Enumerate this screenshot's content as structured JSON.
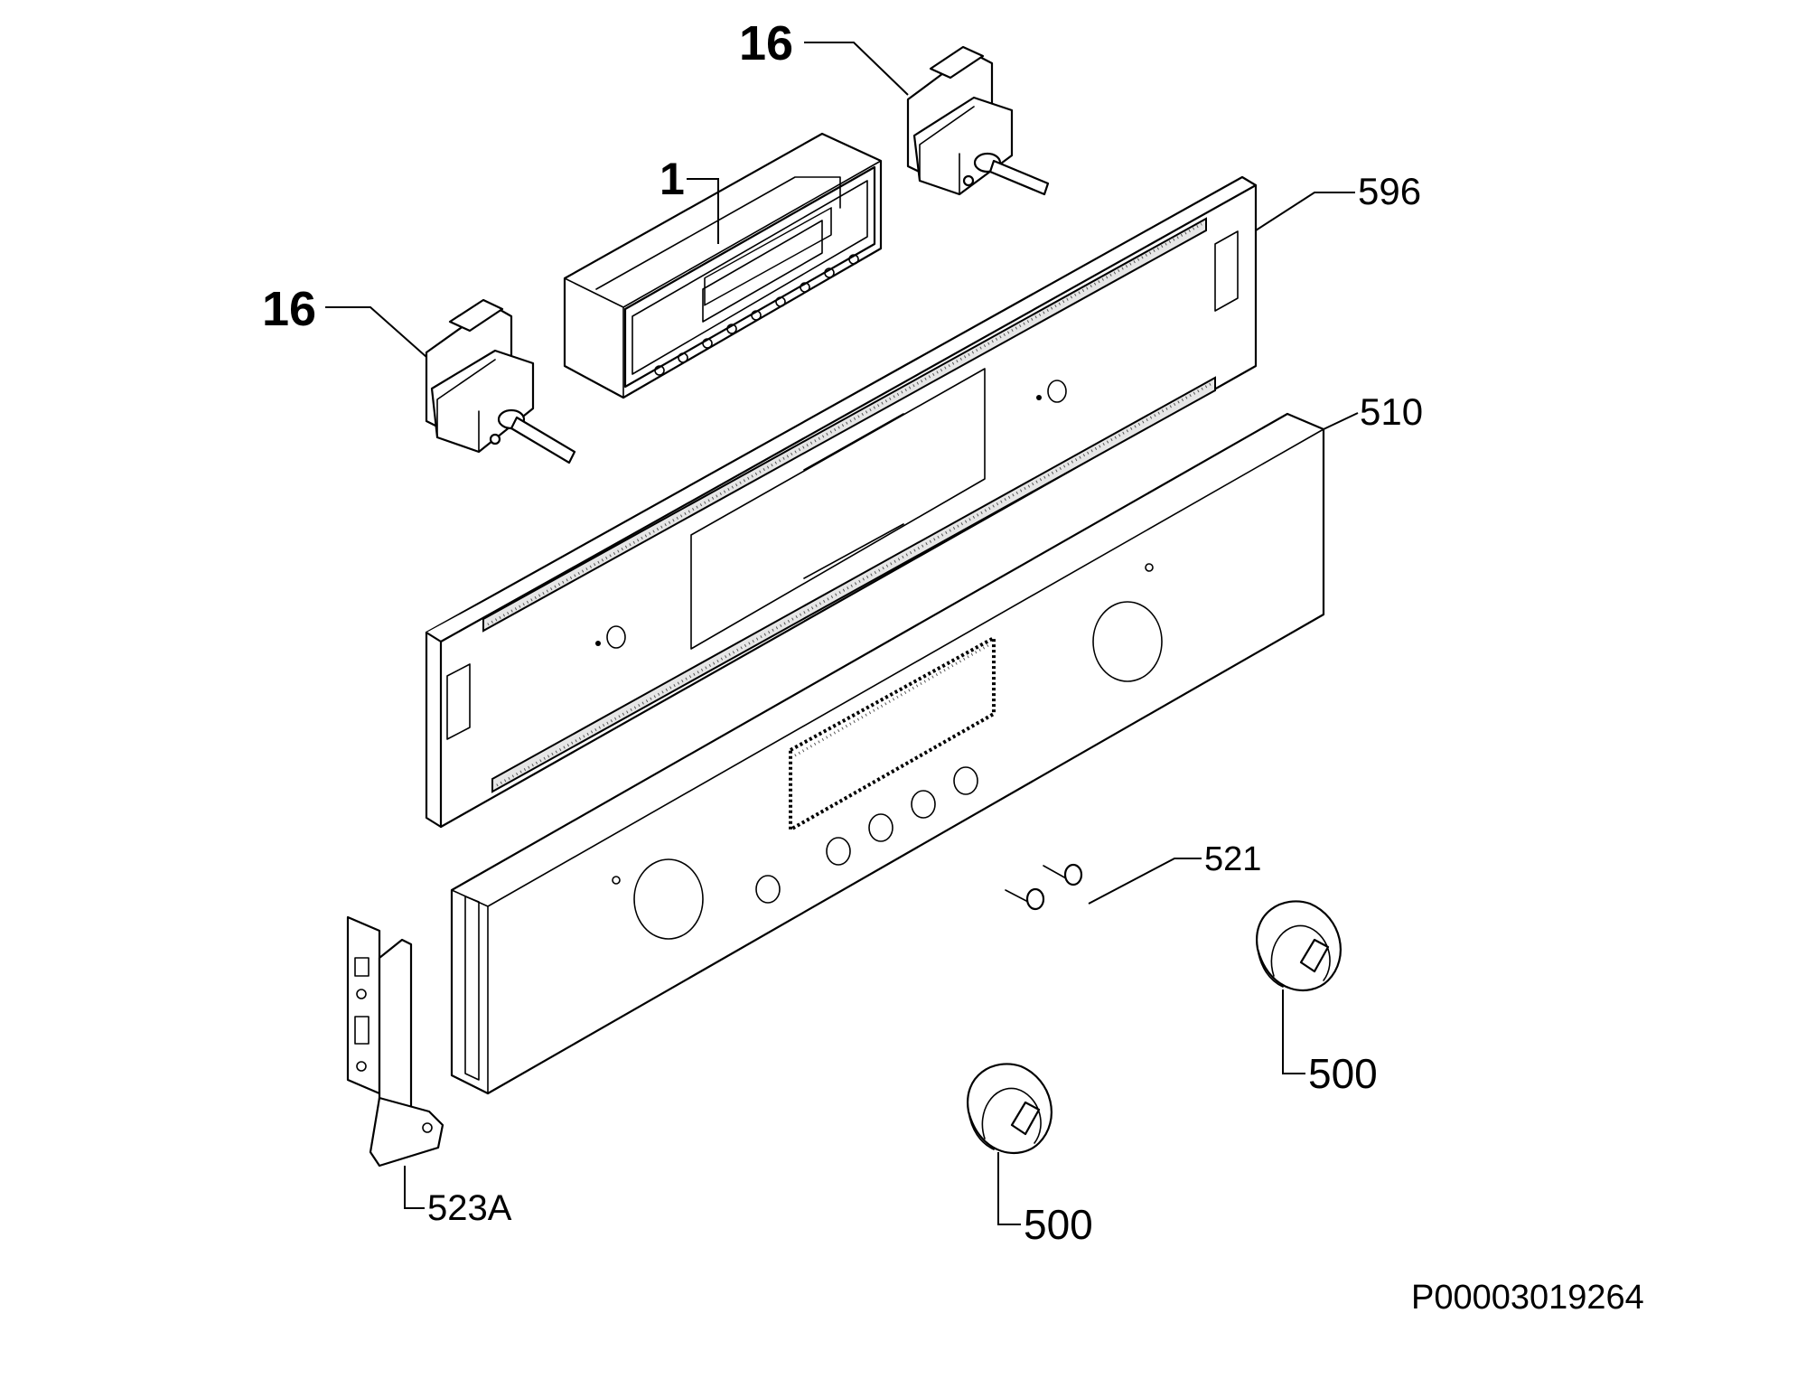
{
  "diagram": {
    "drawing_number": "P00003019264",
    "callouts": {
      "switch_left": "16",
      "switch_right": "16",
      "display_module": "1",
      "control_panel_frame": "596",
      "front_panel": "510",
      "screws": "521",
      "knob_upper": "500",
      "knob_lower": "500",
      "bracket": "523A"
    }
  }
}
